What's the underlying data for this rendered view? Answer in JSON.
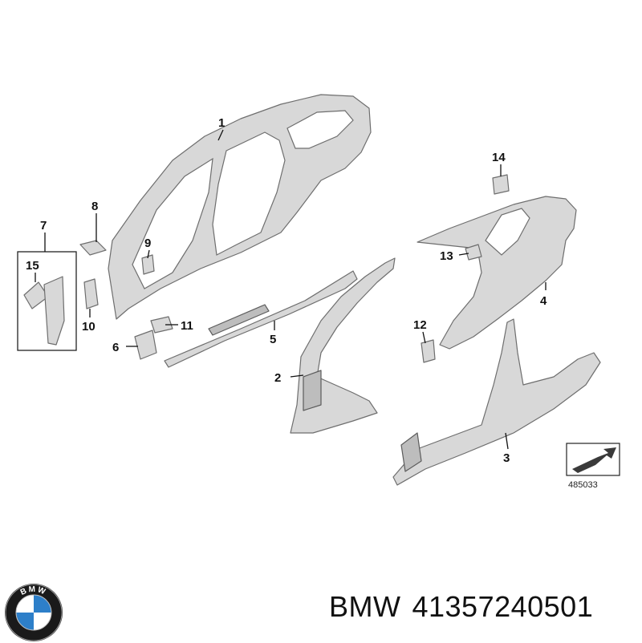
{
  "diagram": {
    "callouts": [
      "1",
      "2",
      "3",
      "4",
      "5",
      "6",
      "7",
      "8",
      "9",
      "10",
      "11",
      "12",
      "13",
      "14",
      "15"
    ],
    "reference_number": "485033"
  },
  "brand": {
    "logo_text": "BMW",
    "colors": {
      "blue": "#2d7fc9",
      "white": "#ffffff",
      "ring": "#1a1a1a"
    }
  },
  "caption": {
    "brand": "BMW",
    "part_number": "41357240501"
  }
}
